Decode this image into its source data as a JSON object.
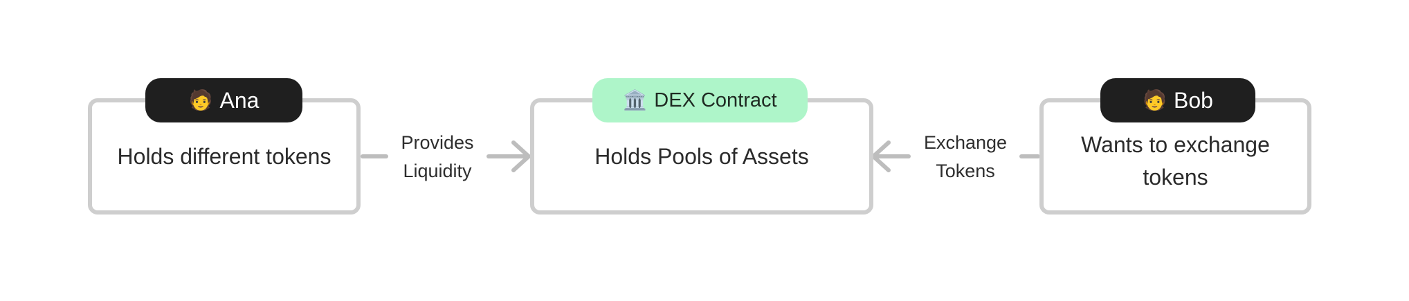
{
  "nodes": {
    "ana": {
      "badge_icon": "🧑",
      "badge_icon_name": "person-icon",
      "badge_label": "Ana",
      "text": "Holds different tokens"
    },
    "dex": {
      "badge_icon": "🏛️",
      "badge_icon_name": "classical-building-icon",
      "badge_label": "DEX Contract",
      "text": "Holds Pools of Assets"
    },
    "bob": {
      "badge_icon": "🧑",
      "badge_icon_name": "person-icon",
      "badge_label": "Bob",
      "text_line1": "Wants to exchange",
      "text_line2": "tokens"
    }
  },
  "edges": {
    "ana_to_dex": {
      "label_line1": "Provides",
      "label_line2": "Liquidity"
    },
    "bob_to_dex": {
      "label_line1": "Exchange",
      "label_line2": "Tokens"
    }
  },
  "colors": {
    "node_border": "#cecece",
    "edge": "#bdbdbd",
    "badge_dark": "#1f1f1f",
    "badge_green": "#aef5c9"
  }
}
